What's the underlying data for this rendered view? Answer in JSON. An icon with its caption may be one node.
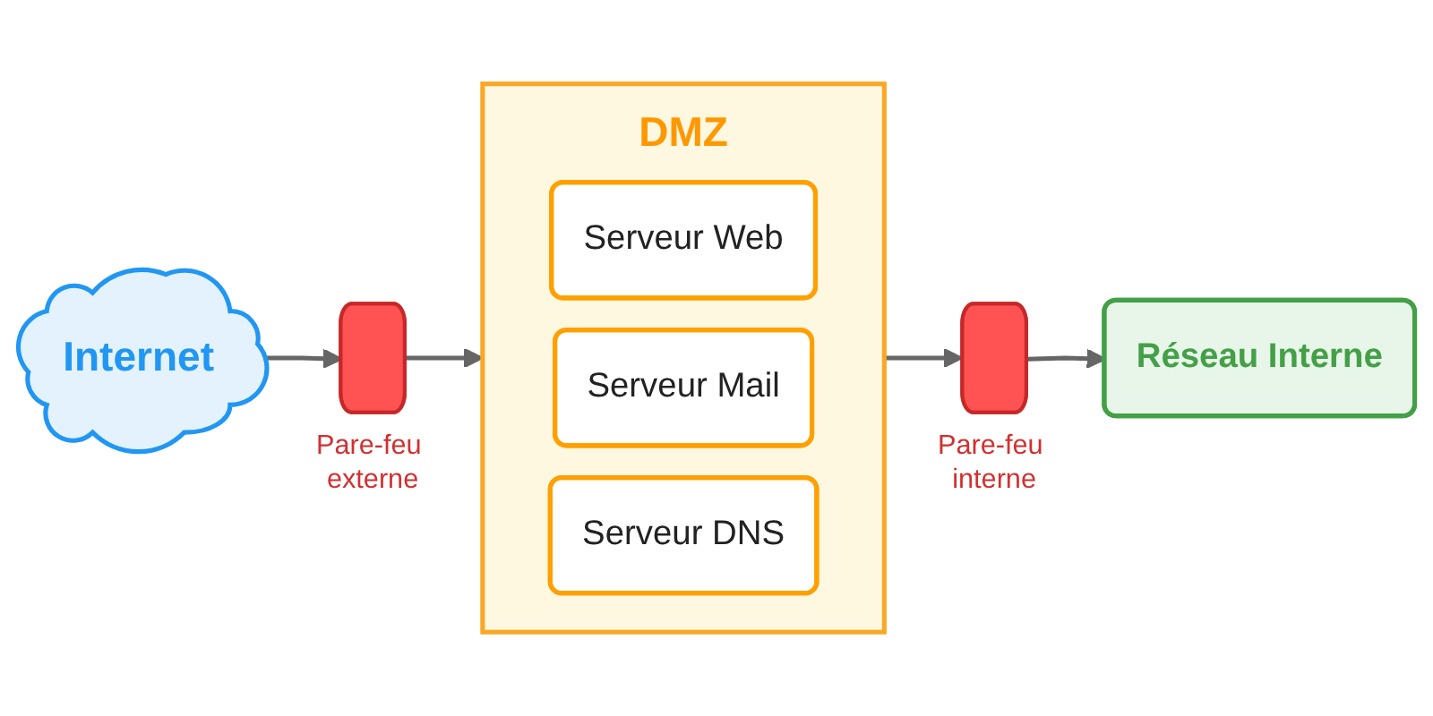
{
  "diagram": {
    "nodes": [
      {
        "text": [
          "Internet"
        ]
      },
      {
        "text": [],
        "shape": "box",
        "beside": [
          "Pare-feu externe"
        ]
      },
      {
        "text": [
          "DMZ"
        ]
      },
      {
        "text": [
          "Serveur Web"
        ],
        "in": 2
      },
      {
        "text": [
          "Serveur Mail"
        ],
        "in": 2
      },
      {
        "text": [
          "Serveur DNS"
        ],
        "in": 2
      },
      {
        "text": [],
        "shape": "box",
        "beside": [
          "Pare-feu interne"
        ]
      },
      {
        "text": [
          "Réseau Interne"
        ]
      }
    ],
    "edges": [
      {
        "from": 0,
        "to": 1,
        "arrow": "to"
      },
      {
        "from": 1,
        "to": 2,
        "arrow": "to"
      },
      {
        "from": 2,
        "to": 6,
        "arrow": "to"
      },
      {
        "from": 6,
        "to": 7,
        "arrow": "to"
      }
    ]
  }
}
